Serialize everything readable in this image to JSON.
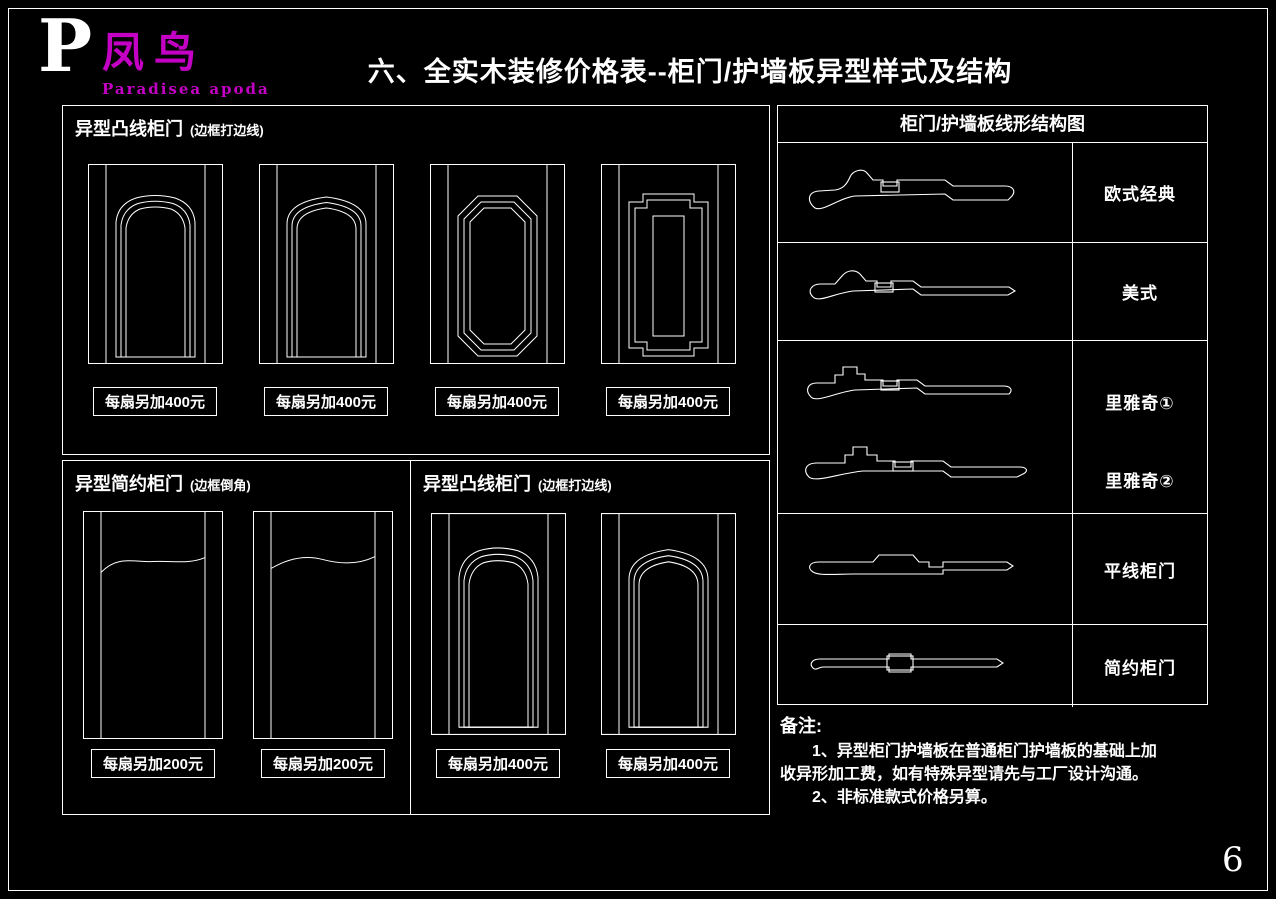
{
  "page": {
    "background": "#000000",
    "line_color": "#ffffff",
    "accent_color": "#c300c3",
    "page_number": "6"
  },
  "header": {
    "logo_initial": "P",
    "logo_name": "凤鸟",
    "logo_subtitle": "Paradisea apoda",
    "title": "六、全实木装修价格表--柜门/护墙板异型样式及结构"
  },
  "sections": {
    "convex_top": {
      "title": "异型凸线柜门",
      "subtitle": "(边框打边线)",
      "doors": [
        {
          "style": "arch",
          "price": "每扇另加400元"
        },
        {
          "style": "arch",
          "price": "每扇另加400元"
        },
        {
          "style": "octagon",
          "price": "每扇另加400元"
        },
        {
          "style": "stepped",
          "price": "每扇另加400元"
        }
      ]
    },
    "simple": {
      "title": "异型简约柜门",
      "subtitle": "(边框倒角)",
      "doors": [
        {
          "style": "simple-arch",
          "price": "每扇另加200元"
        },
        {
          "style": "simple-arch",
          "price": "每扇另加200元"
        }
      ]
    },
    "convex_bottom": {
      "title": "异型凸线柜门",
      "subtitle": "(边框打边线)",
      "doors": [
        {
          "style": "arch",
          "price": "每扇另加400元"
        },
        {
          "style": "arch",
          "price": "每扇另加400元"
        }
      ]
    },
    "profile_table": {
      "title": "柜门/护墙板线形结构图",
      "rows": [
        {
          "label": "欧式经典"
        },
        {
          "label": "美式"
        },
        {
          "label_1": "里雅奇①",
          "label_2": "里雅奇②"
        },
        {
          "label": "平线柜门"
        },
        {
          "label": "简约柜门"
        }
      ]
    },
    "notes": {
      "title": "备注:",
      "lines": [
        "1、异型柜门护墙板在普通柜门护墙板的基础上加",
        "收异形加工费，如有特殊异型请先与工厂设计沟通。",
        "2、非标准款式价格另算。"
      ]
    }
  }
}
